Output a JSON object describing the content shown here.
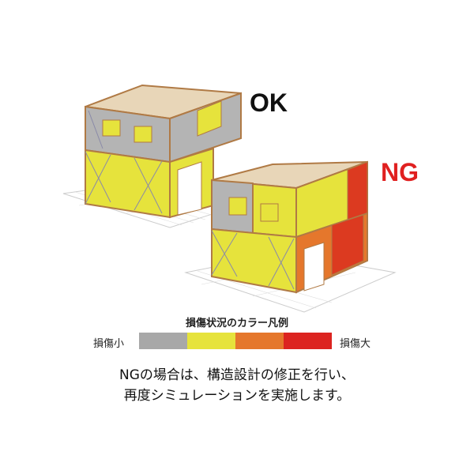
{
  "labels": {
    "ok": "OK",
    "ng": "NG"
  },
  "legend": {
    "title": "損傷状況のカラー凡例",
    "low_label": "損傷小",
    "high_label": "損傷大",
    "colors": [
      "#a8a8a8",
      "#e6e33c",
      "#e5772c",
      "#dc2420"
    ]
  },
  "note": {
    "line1": "NGの場合は、構造設計の修正を行い、",
    "line2": "再度シミュレーションを実施します。"
  }
}
